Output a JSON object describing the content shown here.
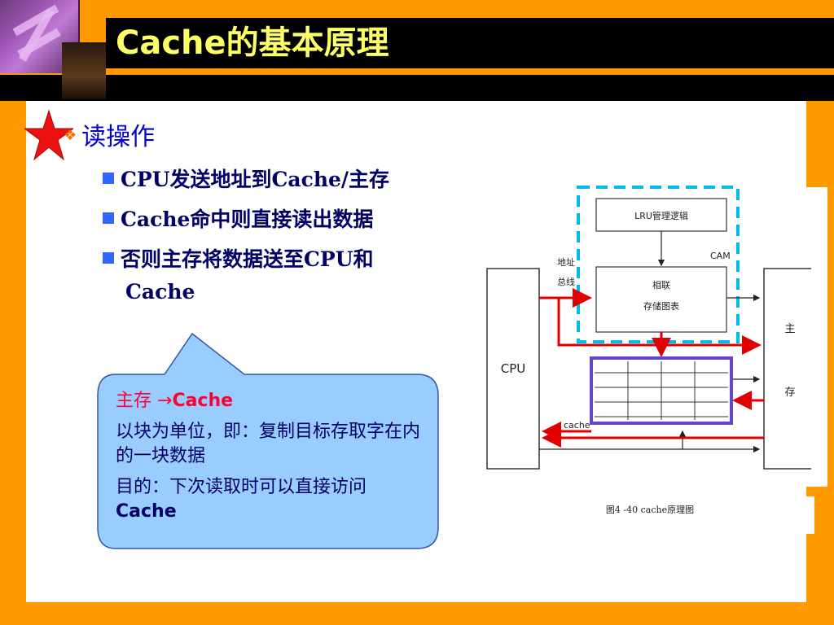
{
  "title": "Cache的基本原理",
  "main_bullet": "读操作",
  "sub_items": [
    "CPU发送地址到Cache/主存",
    "Cache命中则直接读出数据",
    "否则主存将数据送至CPU和",
    "Cache"
  ],
  "callout": {
    "header_prefix": "主存 →",
    "header_bold": "Cache",
    "para1": "以块为单位，即：复制目标存取字在内的一块数据",
    "para2_prefix": "目的：下次读取时可以直接访问",
    "para2_bold": "Cache"
  },
  "diagram": {
    "lru_label": "LRU管理逻辑",
    "cam_label": "CAM",
    "assoc_line1": "相联",
    "assoc_line2": "存储图表",
    "address_bus_line1": "地址",
    "address_bus_line2": "总线",
    "cpu_label": "CPU",
    "main_mem_line1": "主",
    "main_mem_line2": "存",
    "cache_label": "cache",
    "caption": "图4 -40   cache原理图"
  },
  "colors": {
    "background": "#ff9900",
    "title": "#ffff66",
    "bullet": "#0000cc",
    "subitem": "#000066",
    "callout_fill": "#99ccff",
    "callout_header": "#ff0033",
    "arrow_red": "#e00000",
    "cam_dash": "#00bbee",
    "cache_border": "#6644cc"
  }
}
